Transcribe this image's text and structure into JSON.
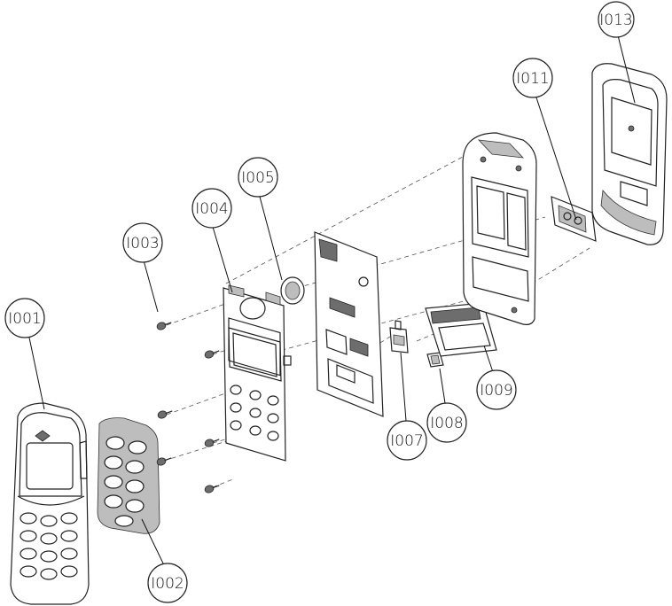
{
  "diagram": {
    "parts": [
      {
        "id": "I001",
        "label": "I001"
      },
      {
        "id": "I002",
        "label": "I002"
      },
      {
        "id": "I003",
        "label": "I003"
      },
      {
        "id": "I004",
        "label": "I004"
      },
      {
        "id": "I005",
        "label": "I005"
      },
      {
        "id": "I007",
        "label": "I007"
      },
      {
        "id": "I008",
        "label": "I008"
      },
      {
        "id": "I009",
        "label": "I009"
      },
      {
        "id": "I011",
        "label": "I011"
      },
      {
        "id": "I013",
        "label": "I013"
      }
    ]
  }
}
